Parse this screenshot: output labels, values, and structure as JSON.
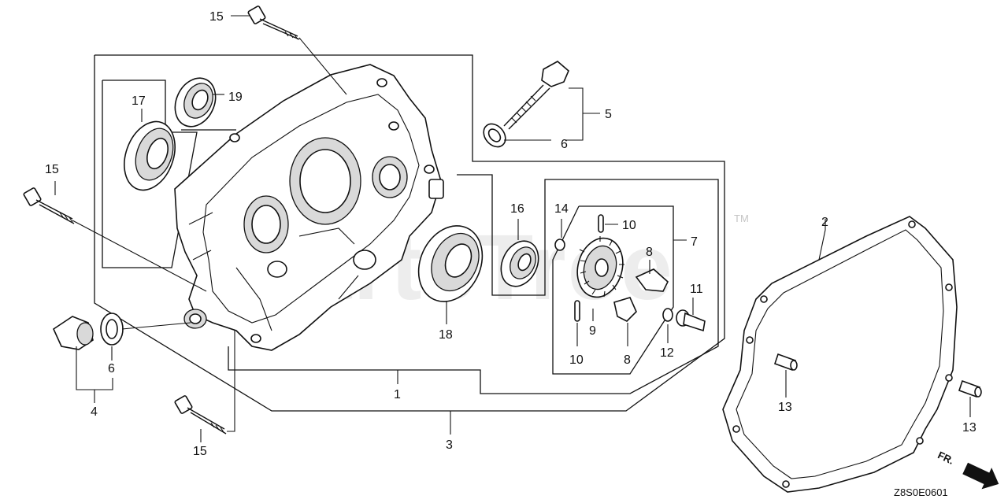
{
  "watermark": {
    "text": "PartsTree",
    "mark": "TM"
  },
  "callouts": {
    "c15_top": "15",
    "c19": "19",
    "c17": "17",
    "c5": "5",
    "c6_top": "6",
    "c15_left": "15",
    "c16": "16",
    "c14": "14",
    "c10_top": "10",
    "c7": "7",
    "c8_top": "8",
    "c2": "2",
    "c11": "11",
    "c18": "18",
    "c9": "9",
    "c12": "12",
    "c8_bottom": "8",
    "c10_bottom": "10",
    "c6_left": "6",
    "c4": "4",
    "c1": "1",
    "c13_mid": "13",
    "c13_right": "13",
    "c3": "3",
    "c15_bottom": "15"
  },
  "direction_label": "FR.",
  "diagram_code": "Z8S0E0601"
}
